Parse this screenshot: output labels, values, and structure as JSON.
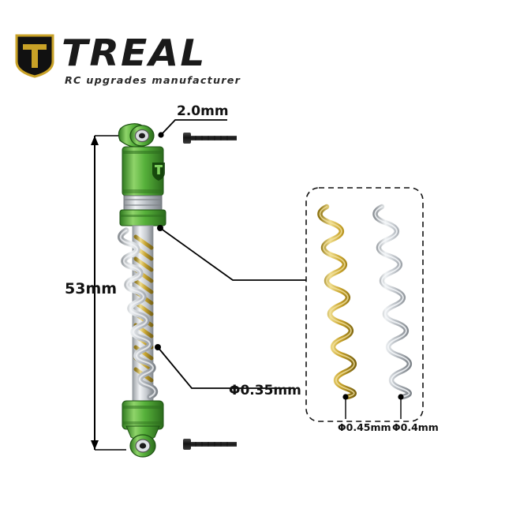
{
  "brand": {
    "wordmark": "TREAL",
    "tagline": "RC upgrades manufacturer",
    "shield_letter": "T",
    "shield_gold": "#c9a227",
    "shield_dark": "#1a1a1a"
  },
  "diagram": {
    "title": "RC shock absorber exploded dimension diagram",
    "callouts": [
      {
        "id": "screw-length",
        "text": "2.0mm"
      },
      {
        "id": "shock-length",
        "text": "53mm"
      },
      {
        "id": "spring-wire-main",
        "text": "Φ0.35mm"
      },
      {
        "id": "spring-wire-gold",
        "text": "Φ0.45mm"
      },
      {
        "id": "spring-wire-silver",
        "text": "Φ0.4mm"
      }
    ],
    "colors": {
      "body_green": "#56b03a",
      "green_dark": "#2f7a1f",
      "green_light": "#8fd46a",
      "gold": "#c7a22a",
      "gold_light": "#e8d06a",
      "silver": "#b9bec4",
      "silver_light": "#e6e9ec",
      "screw_black": "#1c1c1c",
      "line_black": "#000000"
    },
    "inset": {
      "name": "spring-comparison-inset",
      "springs": [
        {
          "name": "gold-spring",
          "wire": "Φ0.45mm"
        },
        {
          "name": "silver-spring",
          "wire": "Φ0.4mm"
        }
      ]
    }
  }
}
